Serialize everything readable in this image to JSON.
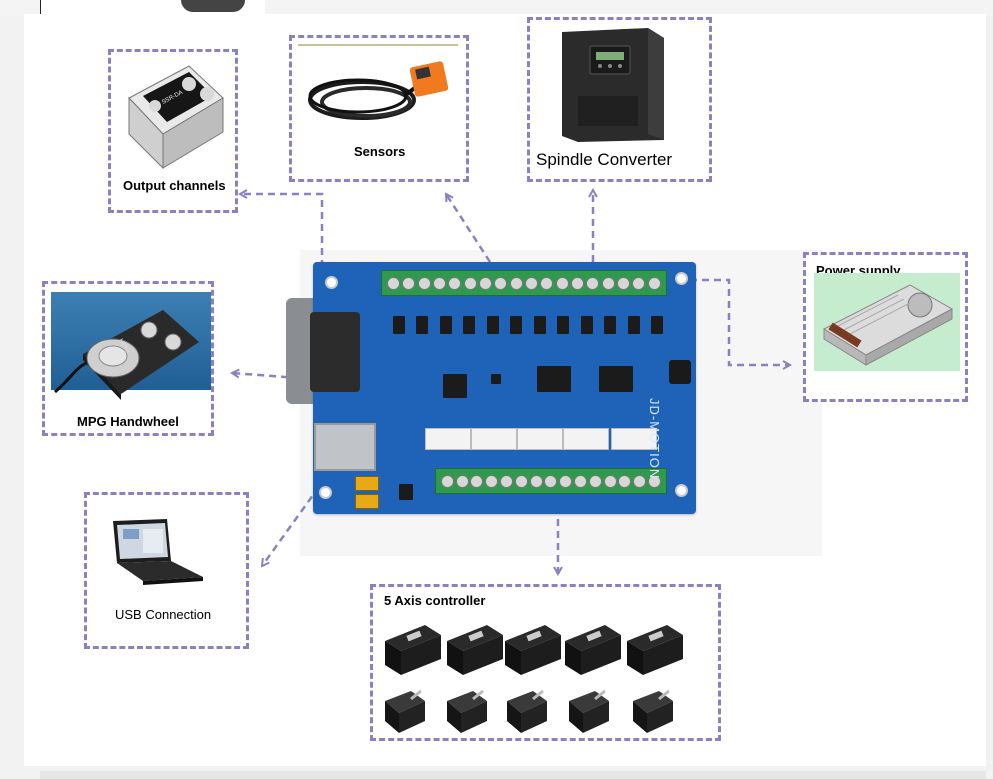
{
  "diagram": {
    "board_brand": "JD-MOTION",
    "nodes": {
      "output_channels": "Output channels",
      "sensors": "Sensors",
      "spindle_converter": "Spindle Converter",
      "power_supply": "Power supply",
      "mpg_handwheel": "MPG Handwheel",
      "usb_connection": "USB Connection",
      "axis_controller": "5 Axis controller"
    },
    "colors": {
      "dashed_border": "#8982c1",
      "board": "#1f63b8",
      "terminal": "#2f9a4d"
    }
  }
}
